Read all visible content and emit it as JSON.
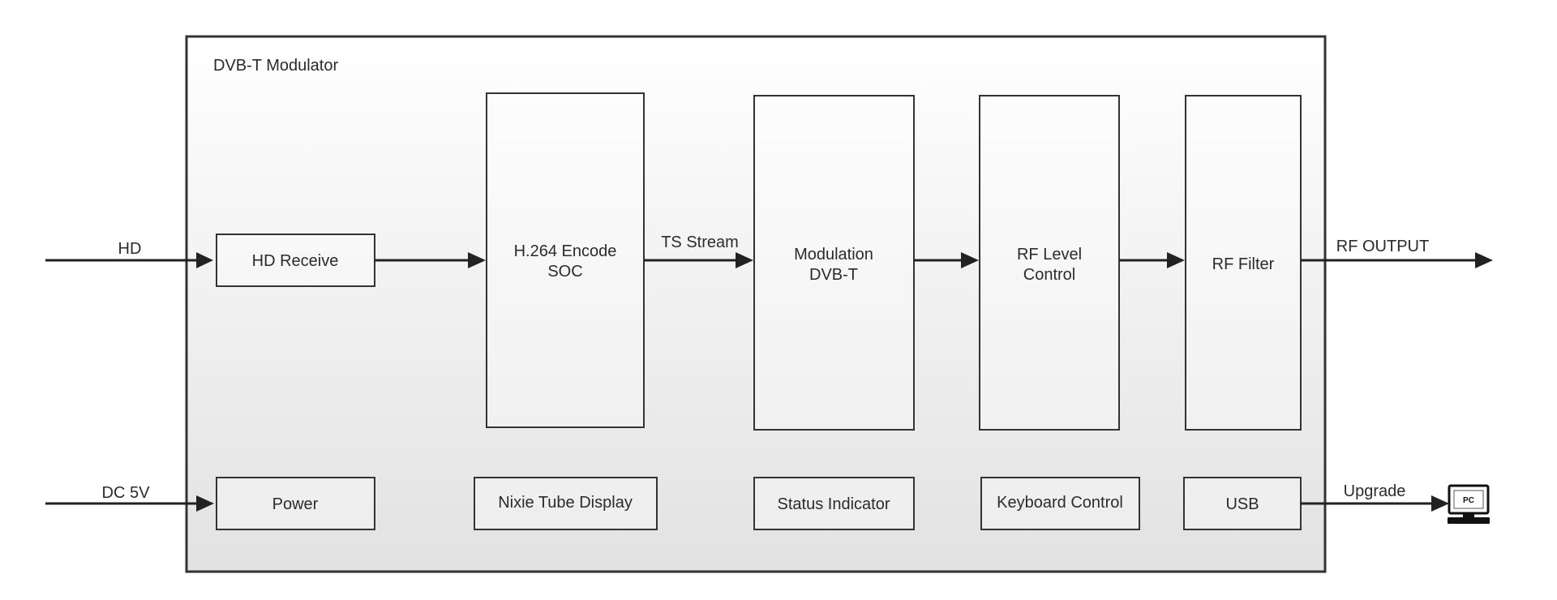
{
  "diagram": {
    "title": "DVB-T Modulator",
    "blocks": {
      "hd_receive": "HD Receive",
      "h264_line1": "H.264 Encode",
      "h264_line2": "SOC",
      "modulation_line1": "Modulation",
      "modulation_line2": "DVB-T",
      "rf_level_line1": "RF Level",
      "rf_level_line2": "Control",
      "rf_filter": "RF Filter",
      "power": "Power",
      "nixie": "Nixie Tube Display",
      "status": "Status Indicator",
      "keyboard": "Keyboard Control",
      "usb": "USB"
    },
    "signals": {
      "hd_input": "HD",
      "ts_stream": "TS Stream",
      "rf_output": "RF OUTPUT",
      "dc_input": "DC 5V",
      "upgrade": "Upgrade"
    },
    "pc": {
      "label": "PC",
      "icon": "computer-monitor-icon"
    }
  }
}
